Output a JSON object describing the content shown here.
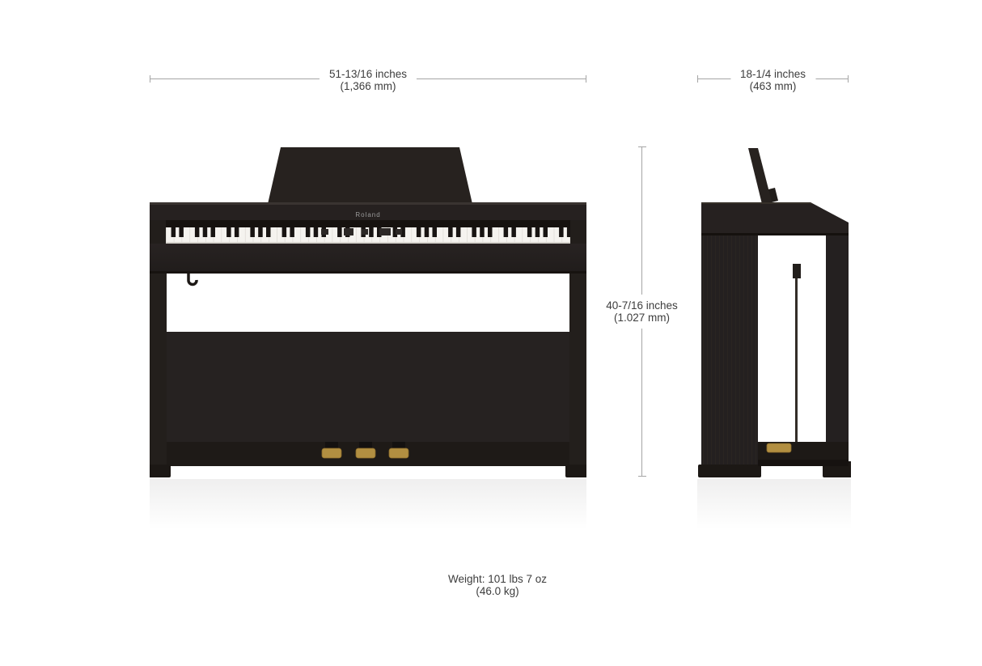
{
  "annotations": {
    "width": {
      "primary": "51-13/16 inches",
      "secondary": "(1,366 mm)"
    },
    "depth": {
      "primary": "18-1/4 inches",
      "secondary": "(463 mm)"
    },
    "height": {
      "primary": "40-7/16 inches",
      "secondary": "(1.027 mm)"
    },
    "weight": {
      "primary": "Weight: 101 lbs 7 oz",
      "secondary": "(46.0 kg)"
    }
  },
  "piano": {
    "brand": "Roland",
    "colors": {
      "body": "#242020",
      "body_dark": "#1b1715",
      "lid": "#262120",
      "keys_white": "#f5f3ef",
      "keys_black": "#181412",
      "pedal_gold": "#b28f41",
      "pedal_gold_edge": "#8a6b2a",
      "dimension_line": "#a5a5a5",
      "text": "#3d3d3d",
      "background": "#ffffff"
    }
  }
}
